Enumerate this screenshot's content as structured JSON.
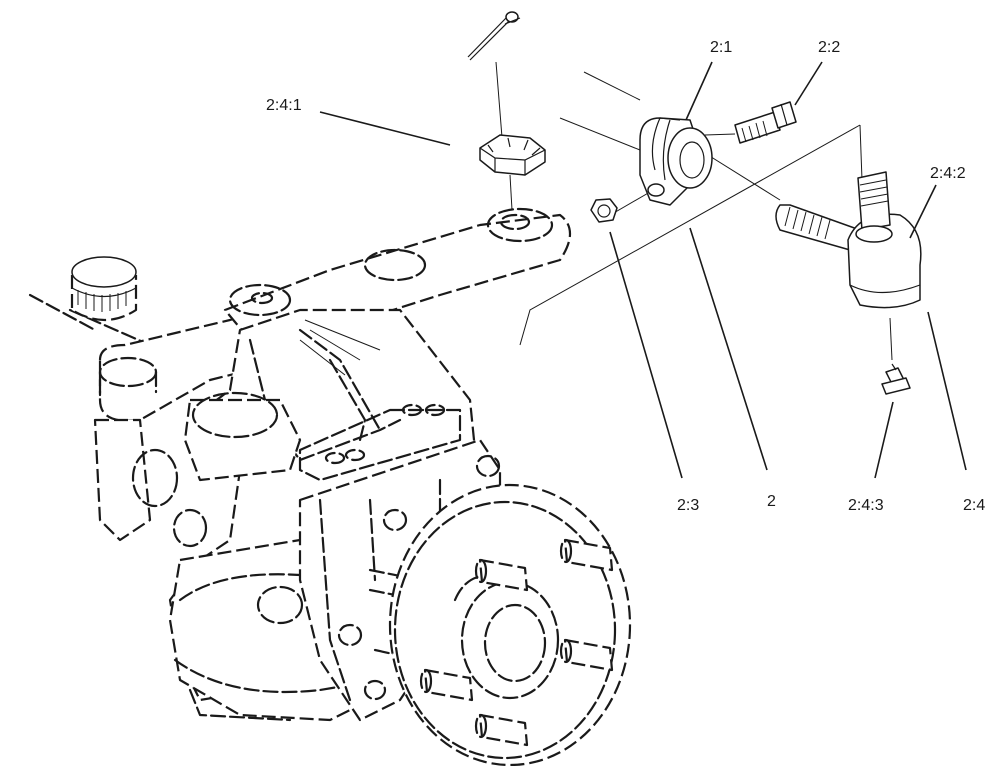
{
  "callouts": {
    "c_2_1": "2:1",
    "c_2_2": "2:2",
    "c_2_4_1": "2:4:1",
    "c_2_4_2": "2:4:2",
    "c_2_3": "2:3",
    "c_2": "2",
    "c_2_4_3": "2:4:3",
    "c_2_4": "2:4"
  },
  "colors": {
    "line": "#1a1a1a",
    "background": "#ffffff"
  }
}
